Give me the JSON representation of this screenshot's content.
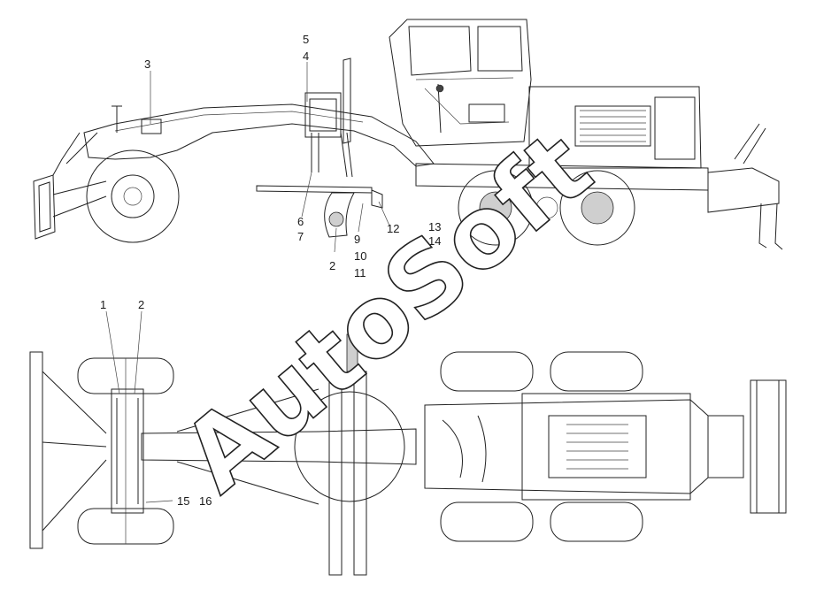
{
  "title": "",
  "watermark": "AutoSoft",
  "callouts": {
    "n1": "1",
    "n2": "2",
    "n3": "3",
    "n4": "4",
    "n5": "5",
    "n6": "6",
    "n7": "7",
    "n8": "2",
    "n9": "9",
    "n10": "10",
    "n11": "11",
    "n12": "12",
    "n13": "13",
    "n14": "14",
    "n15": "15",
    "n16": "16"
  }
}
